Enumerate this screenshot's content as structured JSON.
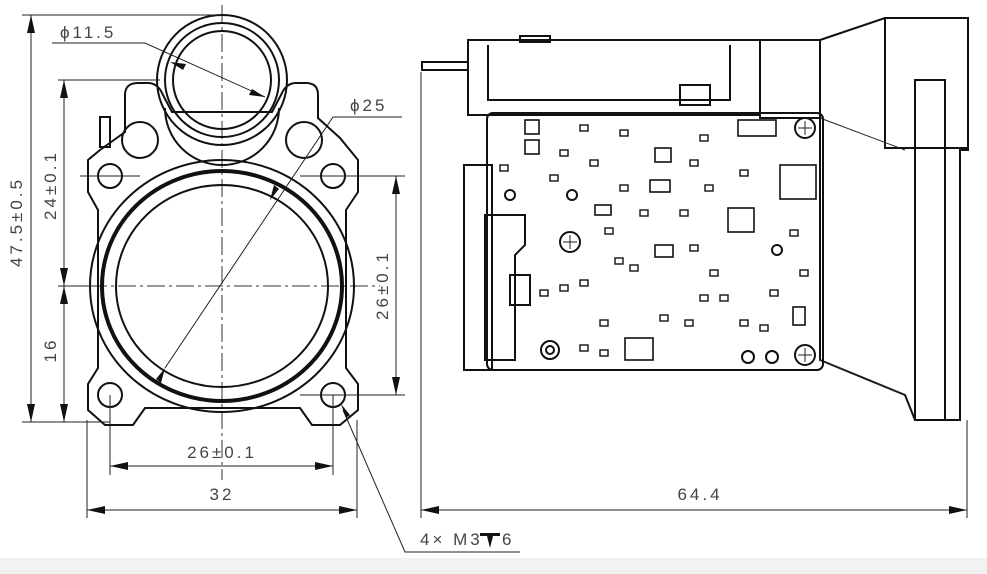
{
  "drawing": {
    "front_view": {
      "small_bore_diameter": "ϕ11.5",
      "large_bore_diameter": "ϕ25",
      "overall_height": "47.5±0.5",
      "upper_height": "24±0.1",
      "lower_height": "16",
      "hole_spacing_vertical": "26±0.1",
      "hole_spacing_horizontal": "26±0.1",
      "overall_width": "32",
      "mounting_holes_note": "4× M3",
      "mounting_holes_depth": "6"
    },
    "side_view": {
      "overall_length": "64.4"
    }
  }
}
